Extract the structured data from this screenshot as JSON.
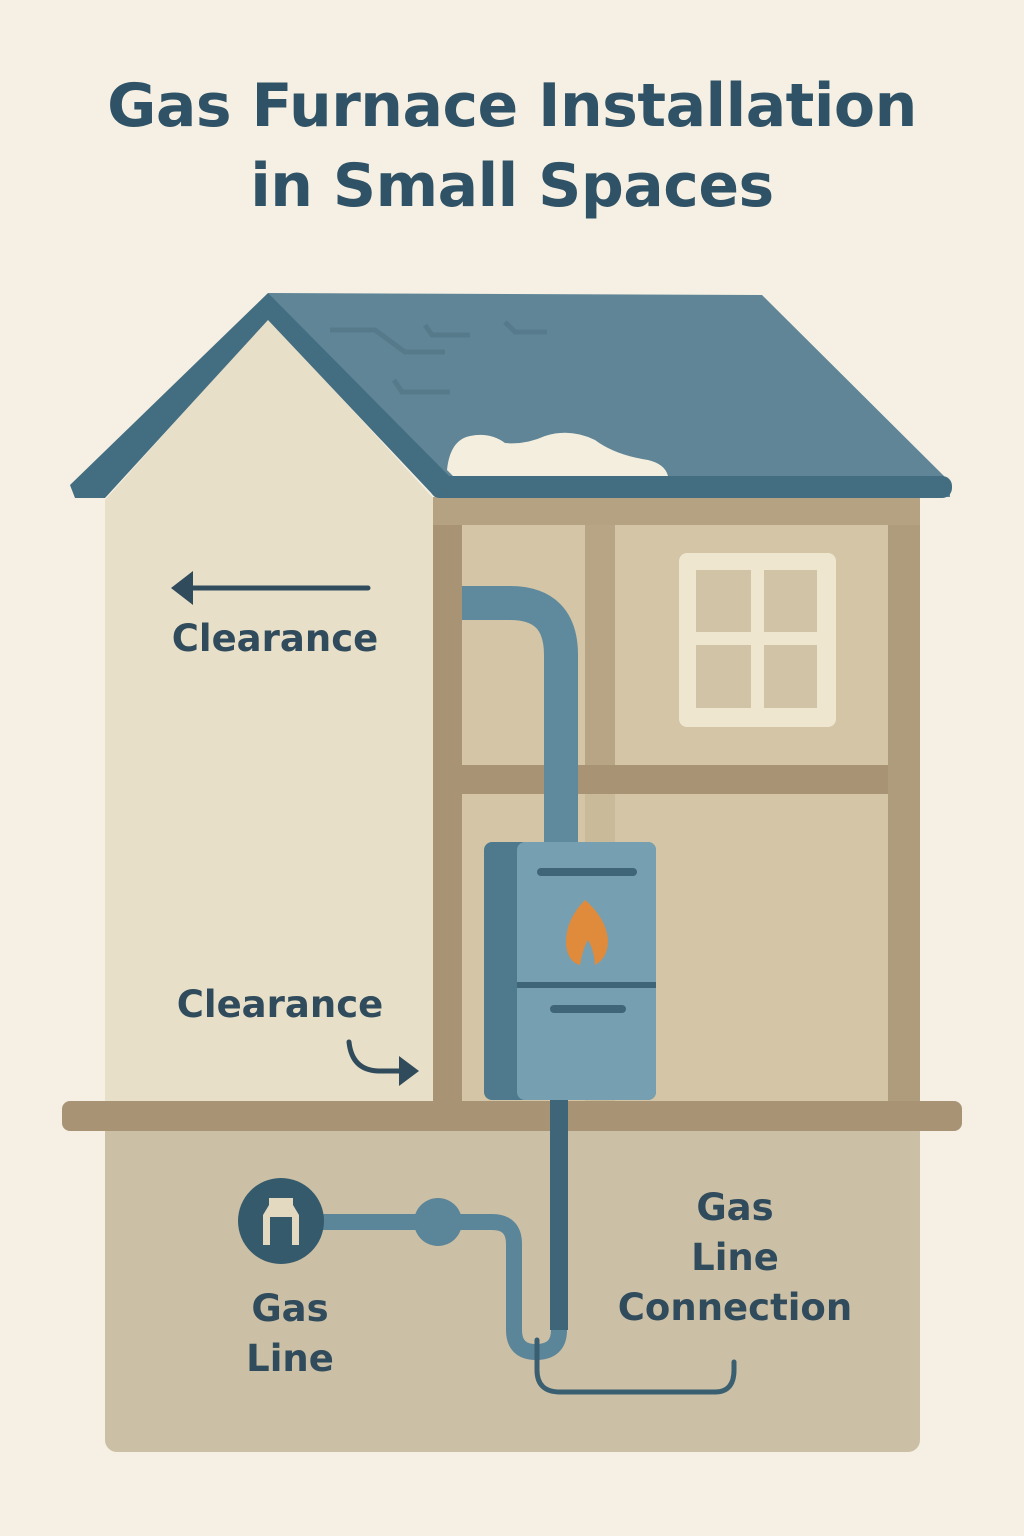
{
  "title": {
    "line1": "Gas Furnace Installation",
    "line2": "in Small Spaces"
  },
  "labels": {
    "clearance_top": "Clearance",
    "clearance_bottom": "Clearance",
    "gas_line": [
      "Gas",
      "Line"
    ],
    "gas_line_connection": [
      "Gas",
      "Line",
      "Connection"
    ]
  },
  "icons": {
    "flame": "flame-icon",
    "gas_meter": "gas-valve-icon",
    "arrow_left": "arrow-left-icon",
    "arrow_curved_right": "curved-arrow-right-icon"
  },
  "colors": {
    "background": "#f5f0e3",
    "title": "#2f5266",
    "roof": "#5f8597",
    "roof_edge": "#436d80",
    "wall_left": "#e8dfc8",
    "wall_right": "#d3c5a6",
    "beam": "#a89474",
    "basement": "#cbbfa5",
    "pipe": "#5b8599",
    "furnace": "#76a0b1",
    "flame": "#e08a3c",
    "text": "#2f4b5c"
  }
}
